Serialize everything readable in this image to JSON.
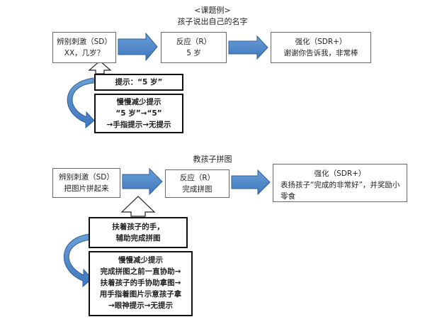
{
  "diagram1": {
    "header": "<课题例>",
    "title": "孩子说出自己的名字",
    "sd_label": "辨别刺激（SD）",
    "sd_content": "XX，几岁？",
    "r_label": "反应（R）",
    "r_content": "5 岁",
    "sr_label": "强化（SDR+）",
    "sr_content": "谢谢你告诉我，非常棒",
    "prompt": "提示：“5 岁”",
    "fade_lines": [
      "慢慢减少提示",
      "“5 岁”→“5”",
      "→手指提示→无提示"
    ]
  },
  "diagram2": {
    "title": "教孩子拼图",
    "sd_label": "辨别刺激（SD）",
    "sd_content": "把图片拼起来",
    "r_label": "反应（R）",
    "r_content": "完成拼图",
    "sr_label": "强化（SDR+）",
    "sr_content_1": "表扬孩子“完成的非常好”，并奖励小",
    "sr_content_2": "零食",
    "prompt_lines": [
      "扶着孩子的手，",
      "辅助完成拼图"
    ],
    "fade_lines": [
      "慢慢减少提示",
      "完成拼图之前一直协助→",
      "扶着孩子的手协助拿图→",
      "用手指着图片示意孩子拿",
      "→眼神提示→无提示"
    ]
  }
}
